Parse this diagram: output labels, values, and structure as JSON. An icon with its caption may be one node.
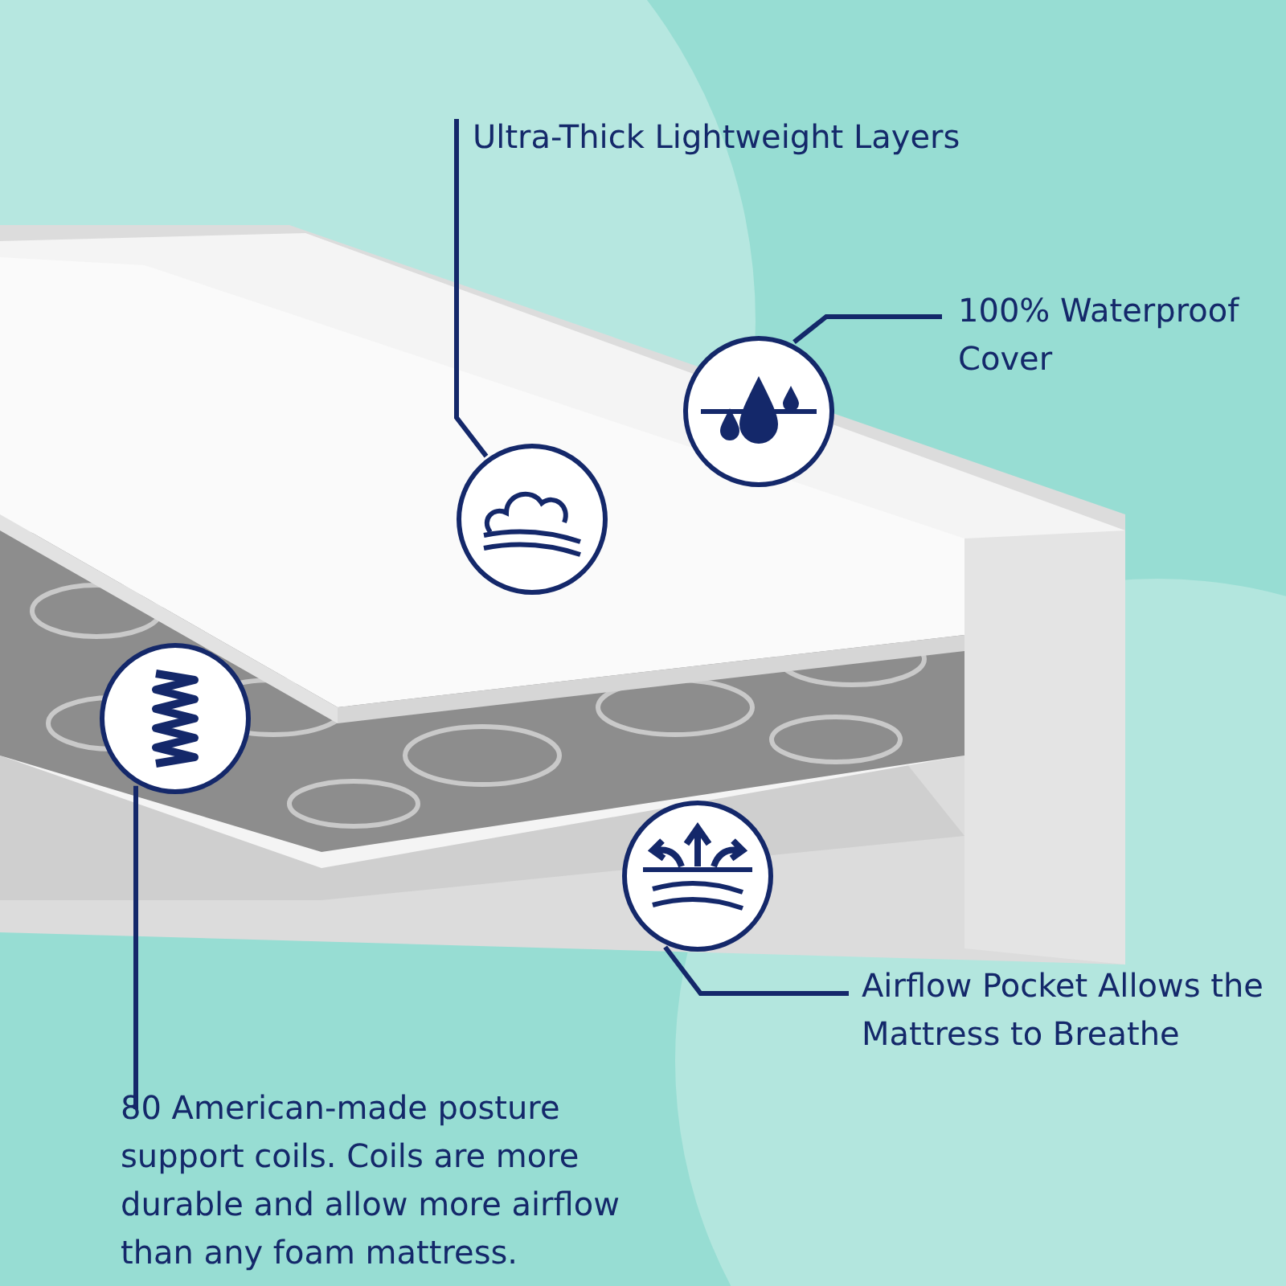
{
  "diagram": {
    "nodes": [
      {
        "text": [
          "Ultra-Thick Lightweight Layers"
        ]
      },
      {
        "text": [
          "100% Waterproof Cover"
        ]
      },
      {
        "text": [],
        "shape": "picture"
      },
      {
        "text": [],
        "shape": "picture"
      },
      {
        "text": [],
        "shape": "picture"
      },
      {
        "text": [],
        "shape": "picture"
      },
      {
        "text": [
          "Airflow Pocket Allows the Mattress to Breathe"
        ]
      },
      {
        "text": [
          "80 American-made posture support coils. Coils are more durable and allow more airflow than any foam mattress."
        ]
      }
    ],
    "edges": [
      {
        "from": 0,
        "to": 3,
        "arrow": "none"
      },
      {
        "from": 1,
        "to": 2,
        "arrow": "none"
      },
      {
        "from": 7,
        "to": 4,
        "arrow": "none"
      },
      {
        "from": 6,
        "to": 5,
        "arrow": "none"
      }
    ]
  }
}
